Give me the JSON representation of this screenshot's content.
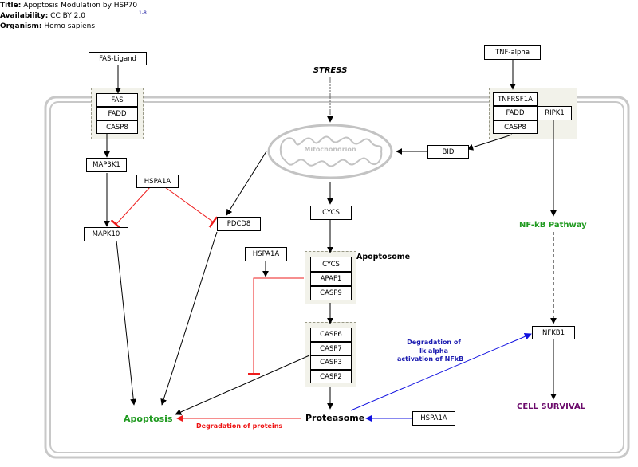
{
  "meta": {
    "title_label": "Title:",
    "title_value": "Apoptosis Modulation by HSP70",
    "title_ref": "1-8",
    "availability_label": "Availability:",
    "availability_value": "CC BY 2.0",
    "organism_label": "Organism:",
    "organism_value": "Homo sapiens"
  },
  "nodes": {
    "fas_ligand": "FAS-Ligand",
    "fas": "FAS",
    "fadd_left": "FADD",
    "casp8_left": "CASP8",
    "map3k1": "MAP3K1",
    "hspa1a_top": "HSPA1A",
    "mapk10": "MAPK10",
    "pdcd8": "PDCD8",
    "stress": "STRESS",
    "mitochondrion": "Mitochondrion",
    "bid": "BID",
    "tnf_alpha": "TNF-alpha",
    "tnfrsf1a": "TNFRSF1A",
    "fadd_right": "FADD",
    "ripk1": "RIPK1",
    "casp8_right": "CASP8",
    "cycs": "CYCS",
    "hspa1a_mid": "HSPA1A",
    "apo_cycs": "CYCS",
    "apo_apaf1": "APAF1",
    "apo_casp9": "CASP9",
    "apoptosome": "Apoptosome",
    "casp6": "CASP6",
    "casp7": "CASP7",
    "casp3": "CASP3",
    "casp2": "CASP2",
    "nfkb_pathway": "NF-kB Pathway",
    "nfkb1": "NFKB1",
    "cell_survival": "CELL SURVIVAL",
    "apoptosis": "Apoptosis",
    "proteasome": "Proteasome",
    "hspa1a_bottom": "HSPA1A",
    "degradation_proteins": "Degradation of proteins",
    "degradation_ik_1": "Degradation of",
    "degradation_ik_2": "Ik alpha",
    "degradation_ik_3": "activation of NFkB"
  },
  "colors": {
    "activation": "#000000",
    "inhibition": "#ee1c1c",
    "blue_edge": "#1010e0",
    "green_label": "#1f9a1f",
    "purple_label": "#6b0a6b",
    "red_label": "#ee1111",
    "blue_label": "#1a1ab0",
    "membrane": "#c8c8c8",
    "mito": "#c3c3c3"
  }
}
